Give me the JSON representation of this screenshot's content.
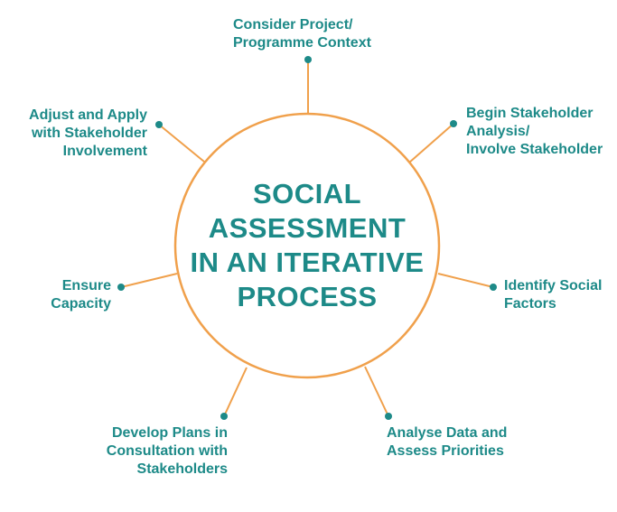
{
  "colors": {
    "accent_orange": "#f0a04b",
    "teal": "#1d8a88"
  },
  "center": {
    "lines": [
      "SOCIAL",
      "ASSESSMENT",
      "IN AN ITERATIVE",
      "PROCESS"
    ]
  },
  "steps": [
    {
      "id": "consider",
      "lines": [
        "Consider Project/",
        "Programme Context"
      ]
    },
    {
      "id": "begin",
      "lines": [
        "Begin Stakeholder",
        "Analysis/",
        "Involve Stakeholder"
      ]
    },
    {
      "id": "identify",
      "lines": [
        "Identify Social",
        "Factors"
      ]
    },
    {
      "id": "analyse",
      "lines": [
        "Analyse Data and",
        "Assess Priorities"
      ]
    },
    {
      "id": "develop",
      "lines": [
        "Develop Plans in",
        "Consultation with",
        "Stakeholders"
      ]
    },
    {
      "id": "ensure",
      "lines": [
        "Ensure",
        "Capacity"
      ]
    },
    {
      "id": "adjust",
      "lines": [
        "Adjust and Apply",
        "with Stakeholder",
        "Involvement"
      ]
    }
  ]
}
